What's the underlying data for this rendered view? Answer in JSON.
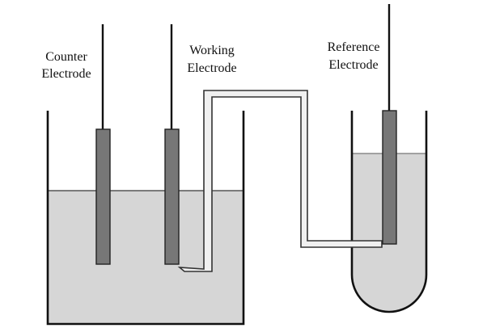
{
  "labels": {
    "counter": [
      "Counter",
      "Electrode"
    ],
    "working": [
      "Working",
      "Electrode"
    ],
    "reference": [
      "Reference",
      "Electrode"
    ]
  },
  "colors": {
    "line": "#111111",
    "electrolyte": "#d6d6d6",
    "electrode": "#777777",
    "bridge": "#f0f0f0",
    "background": "#ffffff"
  }
}
